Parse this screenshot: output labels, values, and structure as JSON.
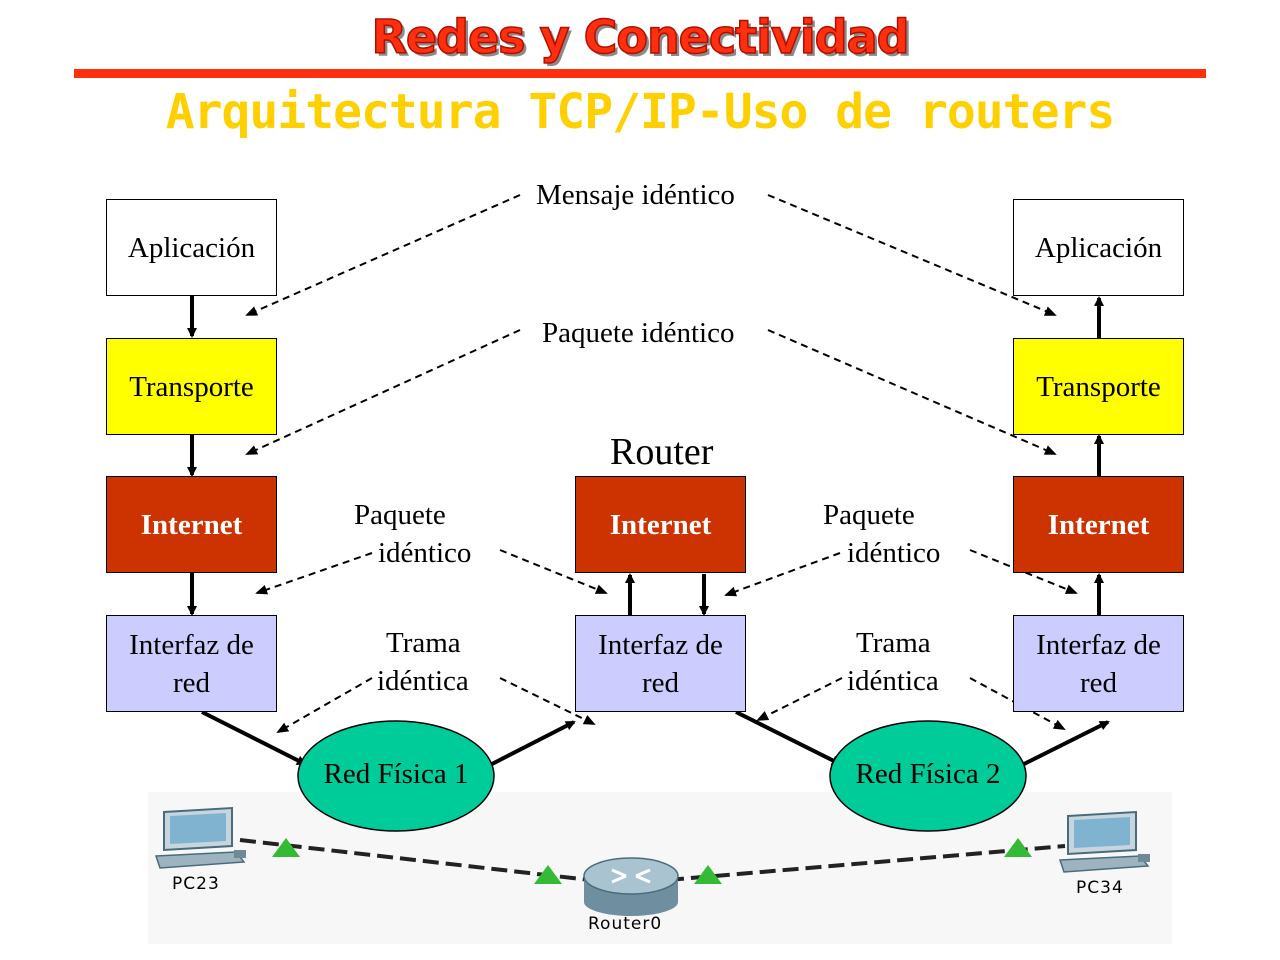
{
  "header": {
    "title": "Redes y Conectividad",
    "subtitle": "Arquitectura TCP/IP-Uso de routers"
  },
  "left_stack": {
    "app": "Aplicación",
    "transport": "Transporte",
    "internet": "Internet",
    "iface_line1": "Interfaz de",
    "iface_line2": "red"
  },
  "router_stack": {
    "title": "Router",
    "internet": "Internet",
    "iface_line1": "Interfaz de",
    "iface_line2": "red"
  },
  "right_stack": {
    "app": "Aplicación",
    "transport": "Transporte",
    "internet": "Internet",
    "iface_line1": "Interfaz de",
    "iface_line2": "red"
  },
  "labels": {
    "mensaje": "Mensaje idéntico",
    "paquete_top": "Paquete idéntico",
    "paquete_left_1": "Paquete",
    "paquete_left_2": "idéntico",
    "paquete_right_1": "Paquete",
    "paquete_right_2": "idéntico",
    "trama_left_1": "Trama",
    "trama_left_2": "idéntica",
    "trama_right_1": "Trama",
    "trama_right_2": "idéntica"
  },
  "networks": {
    "net1": "Red Física 1",
    "net2": "Red Física 2"
  },
  "topology": {
    "pc_left": "PC23",
    "router": "Router0",
    "pc_right": "PC34"
  },
  "colors": {
    "title_red": "#ff2f10",
    "subtitle_yellow": "#ffd000",
    "transport_yellow": "#ffff00",
    "internet_red": "#cc3300",
    "interface_lavender": "#ccccff",
    "network_green": "#00cc99",
    "link_green": "#33bb33"
  }
}
